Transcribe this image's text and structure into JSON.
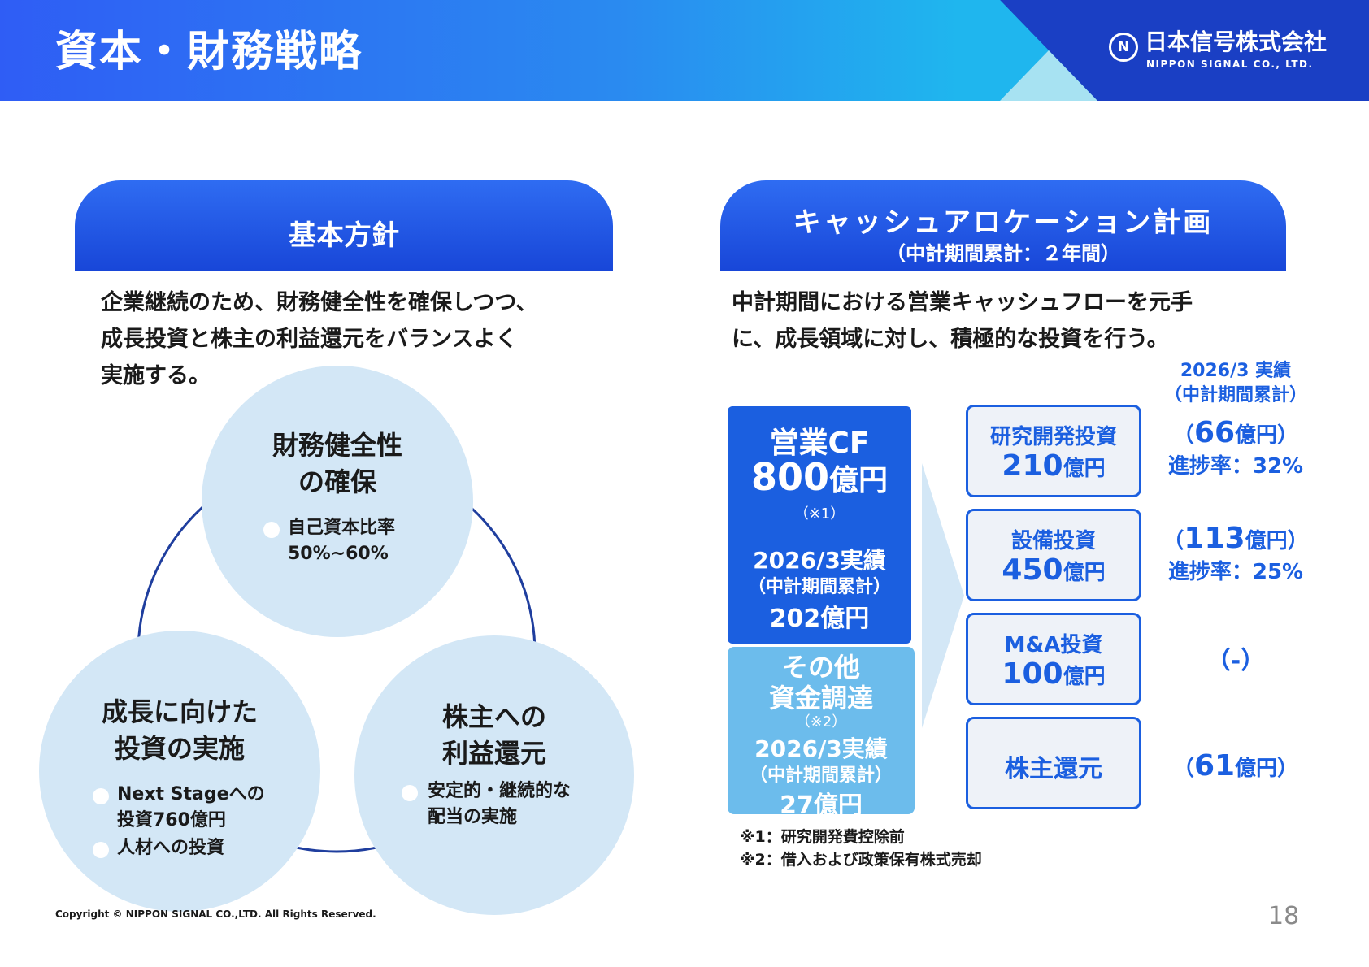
{
  "header": {
    "title": "資本・財務戦略",
    "logo": {
      "mark": "N",
      "name_jp": "日本信号株式会社",
      "name_en": "NIPPON SIGNAL CO., LTD."
    }
  },
  "left": {
    "heading": "基本方針",
    "paragraph": [
      "企業継続のため、財務健全性を確保しつつ、",
      "成長投資と株主の利益還元をバランスよく",
      "実施する。"
    ],
    "circles": {
      "top": {
        "title": [
          "財務健全性",
          "の確保"
        ],
        "bullets": [
          "自己資本比率",
          "50%~60%"
        ]
      },
      "left": {
        "title": [
          "成長に向けた",
          "投資の実施"
        ],
        "bullets": [
          "Next Stageへの",
          "投資760億円",
          "人材への投資"
        ]
      },
      "right": {
        "title": [
          "株主への",
          "利益還元"
        ],
        "bullets": [
          "安定的・継続的な",
          "配当の実施"
        ]
      }
    }
  },
  "right": {
    "heading": "キャッシュアロケーション計画",
    "subheading": "（中計期間累計：２年間）",
    "paragraph": [
      "中計期間における営業キャッシュフローを元手",
      "に、成長領域に対し、積極的な投資を行う。"
    ],
    "results_header": [
      "2026/3 実績",
      "（中計期間累計）"
    ],
    "sources": {
      "operating_cf": {
        "label": "営業CF",
        "value": "800",
        "unit": "億円",
        "note": "（※1）",
        "actual_label": "2026/3実績",
        "actual_sub": "（中計期間累計）",
        "actual_value": "202億円"
      },
      "other": {
        "label1": "その他",
        "label2": "資金調達",
        "note": "（※2）",
        "actual_label": "2026/3実績",
        "actual_sub": "（中計期間累計）",
        "actual_value": "27億円"
      }
    },
    "allocations": [
      {
        "label": "研究開発投資",
        "value": "210",
        "unit": "億円",
        "result_open": "（",
        "result_value": "66",
        "result_unit": "億円",
        "result_close": "）",
        "rate": "進捗率：32%"
      },
      {
        "label": "設備投資",
        "value": "450",
        "unit": "億円",
        "result_open": "（",
        "result_value": "113",
        "result_unit": "億円",
        "result_close": "）",
        "rate": "進捗率：25%"
      },
      {
        "label": "M&A投資",
        "value": "100",
        "unit": "億円",
        "result_text": "（-）"
      },
      {
        "label": "株主還元",
        "result_open": "（",
        "result_value": "61",
        "result_unit": "億円",
        "result_close": "）"
      }
    ],
    "footnotes": [
      "※1：研究開発費控除前",
      "※2：借入および政策保有株式売却"
    ]
  },
  "footer": {
    "copyright": "Copyright © NIPPON SIGNAL CO.,LTD. All Rights Reserved.",
    "page": "18"
  },
  "colors": {
    "primary": "#1b5fe0",
    "light_blue": "#6cbcec",
    "circle": "#d3e7f6",
    "cyan": "#1fb6ee"
  }
}
